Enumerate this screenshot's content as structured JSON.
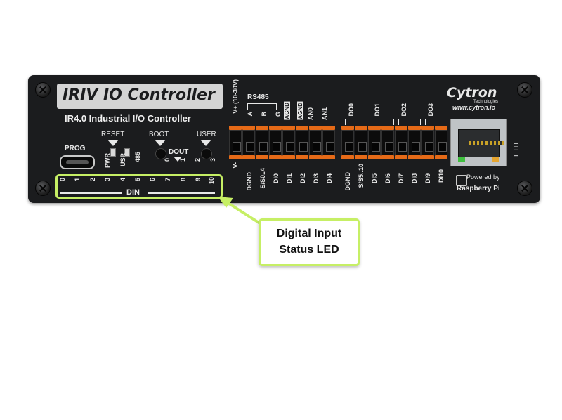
{
  "device": {
    "title": "IRIV IO Controller",
    "subtitle": "IR4.0 Industrial I/O Controller",
    "brand": "Cytron",
    "brand_sub": "Technologies",
    "website": "www.cytron.io",
    "powered_by": "Powered by",
    "powered_by_name": "Raspberry Pi",
    "eth_label": "ETH",
    "prog_label": "PROG",
    "reset_label": "RESET",
    "boot_label": "BOOT",
    "user_label": "USER",
    "dout_label": "DOUT",
    "din_label": "DIN",
    "rs485_label": "RS485",
    "status_leds": [
      "PWR",
      "USR",
      "485"
    ],
    "dout_leds": [
      "0",
      "1",
      "2",
      "3"
    ],
    "din_leds": [
      "0",
      "1",
      "2",
      "3",
      "4",
      "5",
      "6",
      "7",
      "8",
      "9",
      "10"
    ],
    "top_terminals": [
      "V+ (10-30V)",
      "A",
      "B",
      "G",
      "AGND",
      "AGND",
      "AN0",
      "AN1"
    ],
    "bottom_terminals": [
      "V-",
      "DGND",
      "S/S0..4",
      "DI0",
      "DI1",
      "DI2",
      "DI3",
      "DI4"
    ],
    "dout_groups": [
      "DO0",
      "DO1",
      "DO2",
      "DO3"
    ],
    "bottom_terminals_right": [
      "DGND",
      "S/S5..10",
      "DI5",
      "DI6",
      "DI7",
      "DI8",
      "DI9",
      "DI10"
    ]
  },
  "callout": {
    "line1": "Digital Input",
    "line2": "Status LED"
  },
  "colors": {
    "highlight": "#c6ef65",
    "terminal_accent": "#e66a17",
    "panel": "#1b1c1e"
  }
}
